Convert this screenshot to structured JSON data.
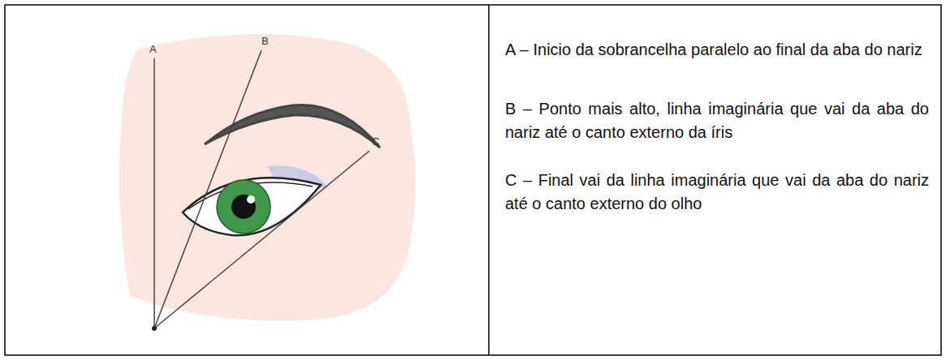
{
  "diagram": {
    "labels": [
      "A",
      "B",
      "C",
      "A – Inicio da sobrancelha paralelo ao final da aba do nariz",
      "B – Ponto mais alto, linha imaginária que vai da aba do nariz até o canto externo da íris",
      "C – Final vai da linha imaginária que vai da aba do nariz até o canto externo do olho"
    ]
  }
}
